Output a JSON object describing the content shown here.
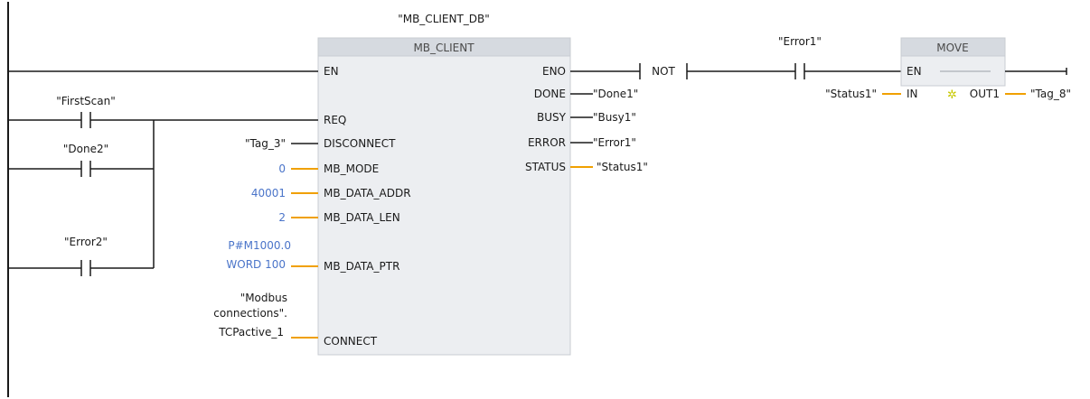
{
  "colors": {
    "rail": "#1a1a1a",
    "block_body": "#eceef1",
    "block_header": "#d6dae0",
    "block_border": "#c8ccd2",
    "wire": "#1a1a1a",
    "param_link": "#f0a000",
    "constant_text": "#4a74c9",
    "out1_star": "#c8c800"
  },
  "client_block": {
    "instance_db": "\"MB_CLIENT_DB\"",
    "name": "MB_CLIENT",
    "inputs": {
      "en": "EN",
      "req": "REQ",
      "disconnect": "DISCONNECT",
      "mb_mode": "MB_MODE",
      "mb_data_addr": "MB_DATA_ADDR",
      "mb_data_len": "MB_DATA_LEN",
      "mb_data_ptr": "MB_DATA_PTR",
      "connect": "CONNECT"
    },
    "outputs": {
      "eno": "ENO",
      "done": "DONE",
      "busy": "BUSY",
      "error": "ERROR",
      "status": "STATUS"
    },
    "input_values": {
      "disconnect": "\"Tag_3\"",
      "mb_mode": "0",
      "mb_data_addr": "40001",
      "mb_data_len": "2",
      "mb_data_ptr_line1": "P#M1000.0",
      "mb_data_ptr_line2": "WORD 100",
      "connect_line1": "\"Modbus",
      "connect_line2": "connections\".",
      "connect_line3": "TCPactive_1"
    },
    "output_values": {
      "done": "\"Done1\"",
      "busy": "\"Busy1\"",
      "error": "\"Error1\"",
      "status": "\"Status1\""
    }
  },
  "contacts": {
    "first_scan": "\"FirstScan\"",
    "done2": "\"Done2\"",
    "error2": "\"Error2\"",
    "error1": "\"Error1\"",
    "not_label": "NOT"
  },
  "move_block": {
    "name": "MOVE",
    "en": "EN",
    "in": "IN",
    "out1": "OUT1",
    "in_value": "\"Status1\"",
    "out_value": "\"Tag_8\""
  }
}
